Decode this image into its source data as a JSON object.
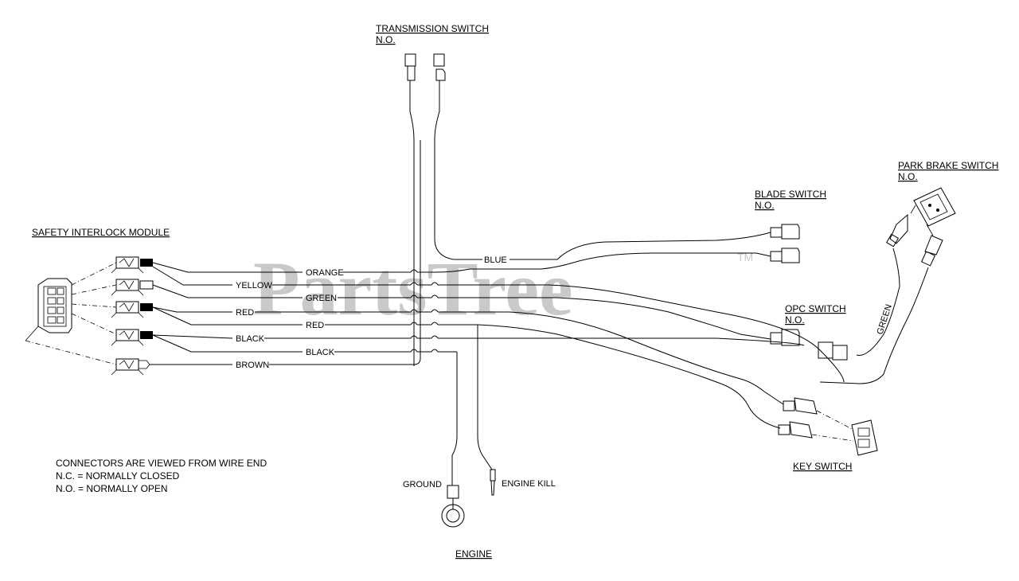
{
  "watermark": {
    "brand": "PartsTree",
    "tm": "TM"
  },
  "components": {
    "transmission_switch": {
      "title": "TRANSMISSION SWITCH",
      "sub": "N.O."
    },
    "blade_switch": {
      "title": "BLADE SWITCH",
      "sub": "N.O."
    },
    "park_brake_switch": {
      "title": "PARK BRAKE SWITCH",
      "sub": "N.O."
    },
    "opc_switch": {
      "title": "OPC SWITCH",
      "sub": "N.O."
    },
    "safety_interlock_module": {
      "title": "SAFETY INTERLOCK MODULE"
    },
    "key_switch": {
      "title": "KEY SWITCH"
    },
    "engine": {
      "title": "ENGINE"
    },
    "ground": {
      "label": "GROUND"
    },
    "engine_kill": {
      "label": "ENGINE KILL"
    }
  },
  "wires": {
    "orange": "ORANGE",
    "yellow": "YELLOW",
    "green_upper": "GREEN",
    "red_left": "RED",
    "red_right": "RED",
    "black_left": "BLACK",
    "black_right": "BLACK",
    "brown": "BROWN",
    "blue": "BLUE",
    "green_park": "GREEN"
  },
  "notes": [
    "CONNECTORS ARE VIEWED FROM WIRE END",
    "N.C. = NORMALLY CLOSED",
    "N.O. = NORMALLY OPEN"
  ]
}
